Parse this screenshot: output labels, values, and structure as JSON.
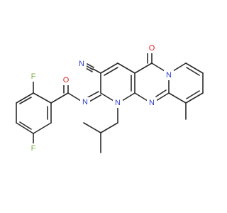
{
  "colors": {
    "bond": "#2b2b2b",
    "nitrogen": "#3040d0",
    "oxygen": "#e0201f",
    "fluorine": "#7ab04a",
    "carbon": "#2b2b2b"
  },
  "atoms": {
    "cyano_n": "N",
    "carbonyl_o_top": "O",
    "amide_o": "O",
    "imine_n": "N",
    "ring_n1": "N",
    "ring_n_bridge": "N",
    "ring_n_pyrimidine": "N",
    "fluorine_top": "F",
    "fluorine_bottom": "F"
  }
}
